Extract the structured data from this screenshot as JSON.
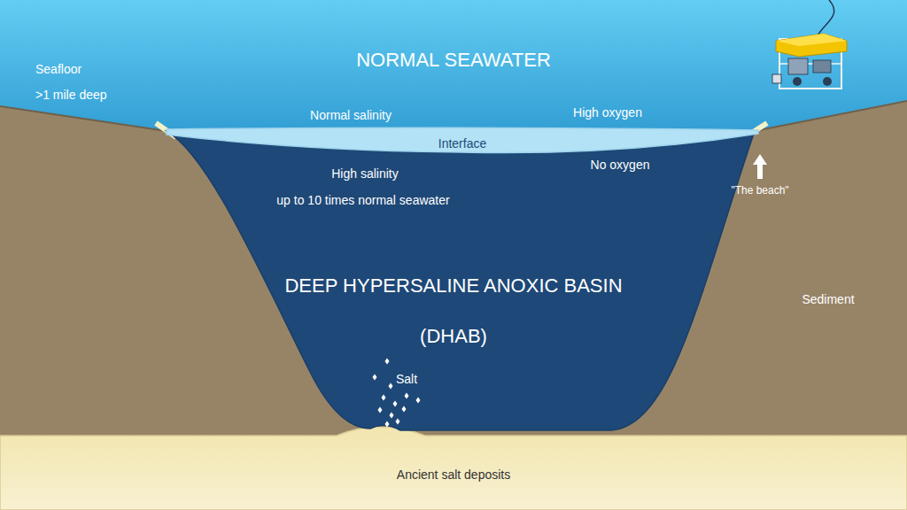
{
  "diagram": {
    "nodes": [
      {
        "text": [
          "Interface"
        ]
      },
      {
        "text": [
          "High salinity",
          "up to 10 times normal seawater",
          "No oxygen",
          "DEEP HYPERSALINE ANOXIC BASIN",
          "(DHAB)",
          "Salt"
        ]
      }
    ],
    "labels": [
      "NORMAL SEAWATER",
      "Seafloor",
      ">1 mile deep",
      "Normal salinity",
      "High oxygen",
      "\"The beach\"",
      "Sediment",
      "Ancient salt deposits"
    ]
  }
}
